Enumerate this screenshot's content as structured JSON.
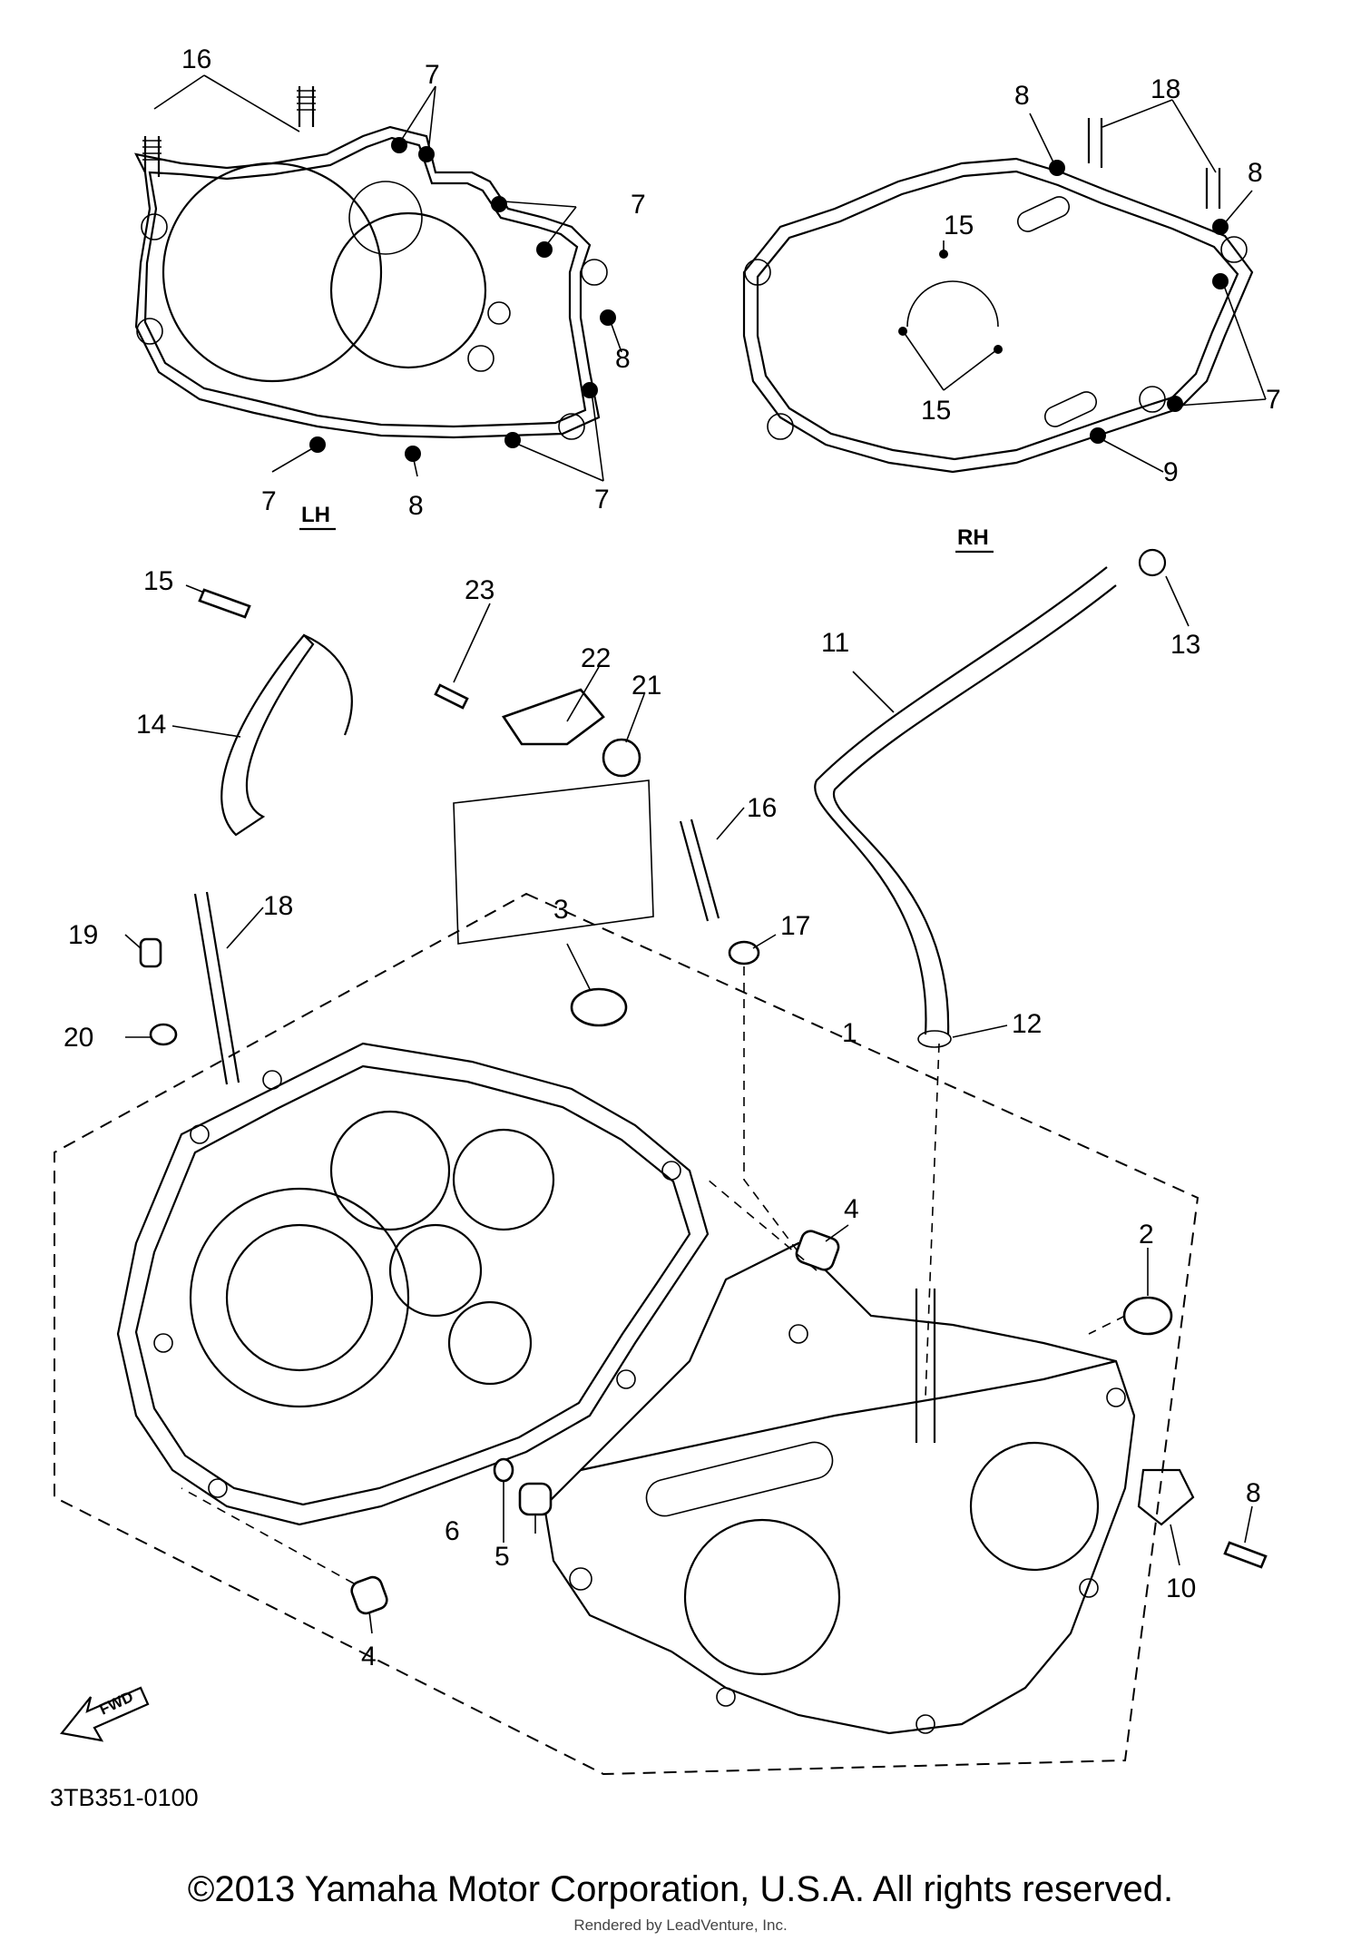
{
  "diagram": {
    "side_labels": {
      "left": "LH",
      "right": "RH"
    },
    "callouts": [
      {
        "id": "c16a",
        "text": "16"
      },
      {
        "id": "c7a",
        "text": "7"
      },
      {
        "id": "c7b",
        "text": "7"
      },
      {
        "id": "c8a",
        "text": "8"
      },
      {
        "id": "c7c",
        "text": "7"
      },
      {
        "id": "c8b",
        "text": "8"
      },
      {
        "id": "c7d",
        "text": "7"
      },
      {
        "id": "c18a",
        "text": "18"
      },
      {
        "id": "c8c",
        "text": "8"
      },
      {
        "id": "c8d",
        "text": "8"
      },
      {
        "id": "c15a",
        "text": "15"
      },
      {
        "id": "c15b",
        "text": "15"
      },
      {
        "id": "c7e",
        "text": "7"
      },
      {
        "id": "c9",
        "text": "9"
      },
      {
        "id": "c15c",
        "text": "15"
      },
      {
        "id": "c23",
        "text": "23"
      },
      {
        "id": "c22",
        "text": "22"
      },
      {
        "id": "c21",
        "text": "21"
      },
      {
        "id": "c14",
        "text": "14"
      },
      {
        "id": "c11",
        "text": "11"
      },
      {
        "id": "c13",
        "text": "13"
      },
      {
        "id": "c16b",
        "text": "16"
      },
      {
        "id": "c18b",
        "text": "18"
      },
      {
        "id": "c3",
        "text": "3"
      },
      {
        "id": "c17",
        "text": "17"
      },
      {
        "id": "c19",
        "text": "19"
      },
      {
        "id": "c20",
        "text": "20"
      },
      {
        "id": "c12",
        "text": "12"
      },
      {
        "id": "c1",
        "text": "1"
      },
      {
        "id": "c4a",
        "text": "4"
      },
      {
        "id": "c2",
        "text": "2"
      },
      {
        "id": "c8e",
        "text": "8"
      },
      {
        "id": "c6",
        "text": "6"
      },
      {
        "id": "c5",
        "text": "5"
      },
      {
        "id": "c10",
        "text": "10"
      },
      {
        "id": "c4b",
        "text": "4"
      }
    ],
    "fwd_label": "FWD",
    "diagram_code": "3TB351-0100"
  },
  "footer": {
    "copyright": "©2013 Yamaha Motor Corporation, U.S.A. All rights reserved.",
    "rendered_by": "Rendered by LeadVenture, Inc."
  }
}
